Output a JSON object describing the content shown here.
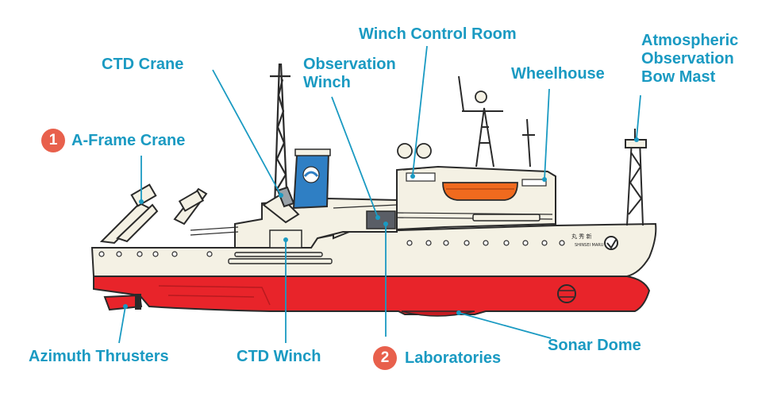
{
  "colors": {
    "label": "#1a9ac2",
    "leader": "#1a9ac2",
    "badge": "#e8604c",
    "hull_red": "#e8242a",
    "hull_white": "#f4f1e4",
    "outline": "#2a2a2a",
    "lifeboat": "#f06a1e",
    "funnel_blue": "#2f7fc4"
  },
  "labels": {
    "a_frame_crane": "A-Frame Crane",
    "ctd_crane": "CTD Crane",
    "observation_winch": "Observation\nWinch",
    "winch_control_room": "Winch Control Room",
    "wheelhouse": "Wheelhouse",
    "atmospheric_mast": "Atmospheric\nObservation\nBow Mast",
    "azimuth_thrusters": "Azimuth Thrusters",
    "ctd_winch": "CTD Winch",
    "laboratories": "Laboratories",
    "sonar_dome": "Sonar Dome"
  },
  "badges": {
    "a_frame_crane": "1",
    "laboratories": "2"
  },
  "icons": [
    "ship-illustration",
    "funnel-logo-icon",
    "lifeboat-icon",
    "ship-emblem-icon"
  ]
}
